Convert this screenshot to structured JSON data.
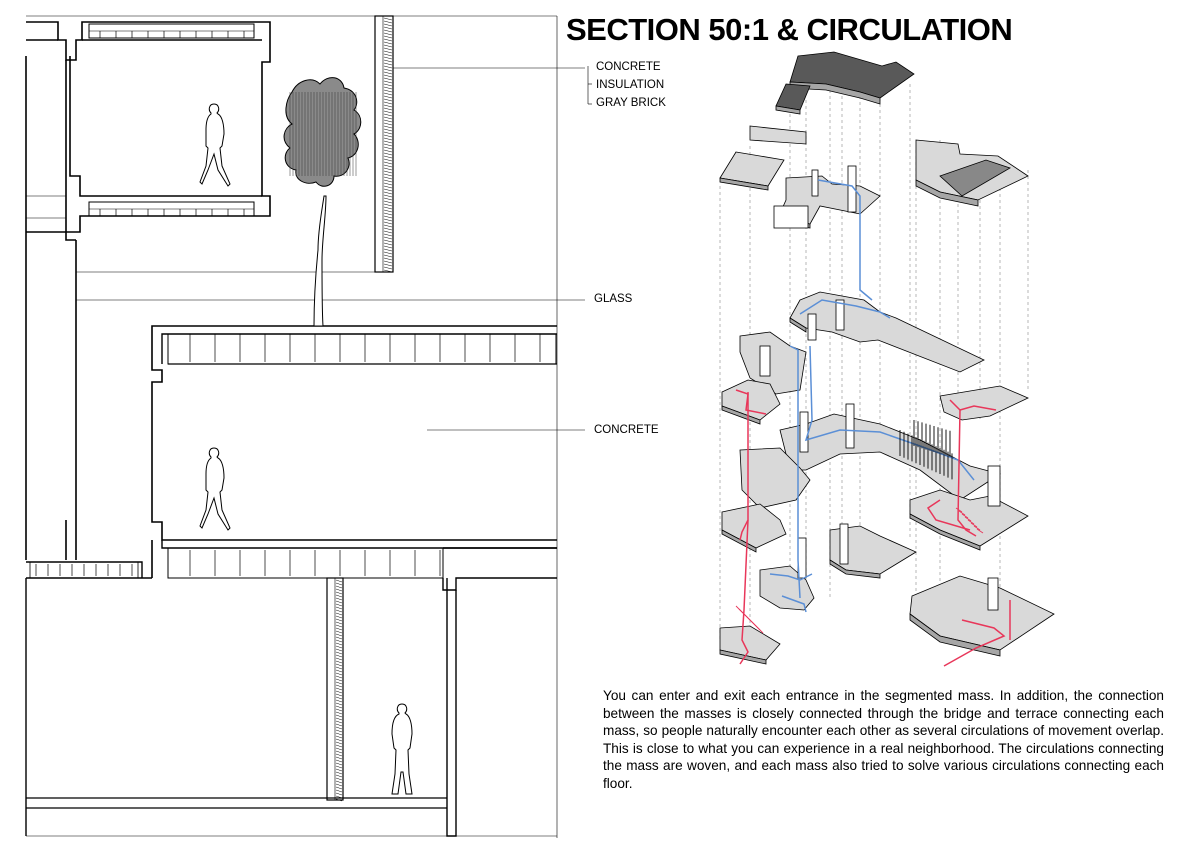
{
  "title": "SECTION 50:1 & CIRCULATION",
  "material_labels": {
    "concrete_top": "CONCRETE",
    "insulation": "INSULATION",
    "gray_brick": "GRAY BRICK",
    "glass": "GLASS",
    "concrete_mid": "CONCRETE"
  },
  "description": "You can enter and exit each entrance in the segmented mass. In addition, the connection between the masses is closely connected through the bridge and terrace connecting each mass, so people naturally encounter each other as several circulations of movement overlap. This is close to what you can experience in a real neighborhood. The circulations  connecting the mass are woven, and each mass also tried to solve various circulations connecting each floor.",
  "colors": {
    "line": "#000000",
    "slab_fill": "#d9d9d9",
    "slab_side": "#a6a6a6",
    "roof_dark": "#595959",
    "circulation_blue": "#5b8fd6",
    "circulation_red": "#e8375a",
    "tree_fill": "#7a7a7a"
  },
  "icons": [
    "human-figure-icon",
    "tree-icon"
  ]
}
